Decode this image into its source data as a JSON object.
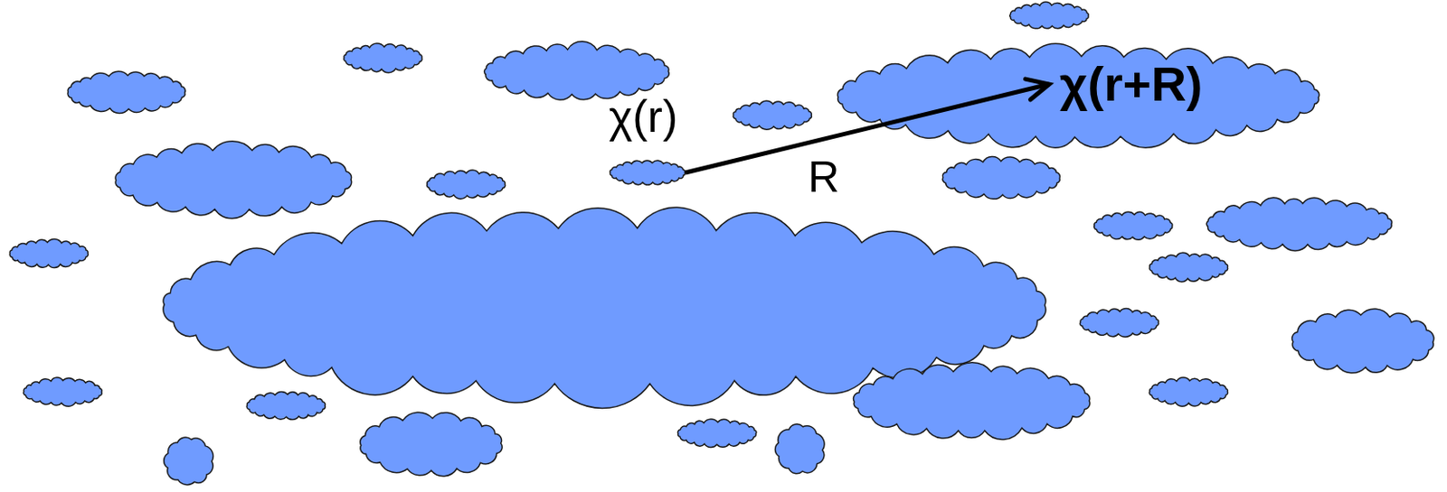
{
  "diagram": {
    "nodes": [
      {
        "text": [
          "χ(r)"
        ]
      },
      {
        "text": [
          "χ(r+R)"
        ]
      }
    ],
    "edges": [
      {
        "from": 0,
        "to": 1,
        "arrow": "to",
        "label": "R"
      }
    ]
  }
}
